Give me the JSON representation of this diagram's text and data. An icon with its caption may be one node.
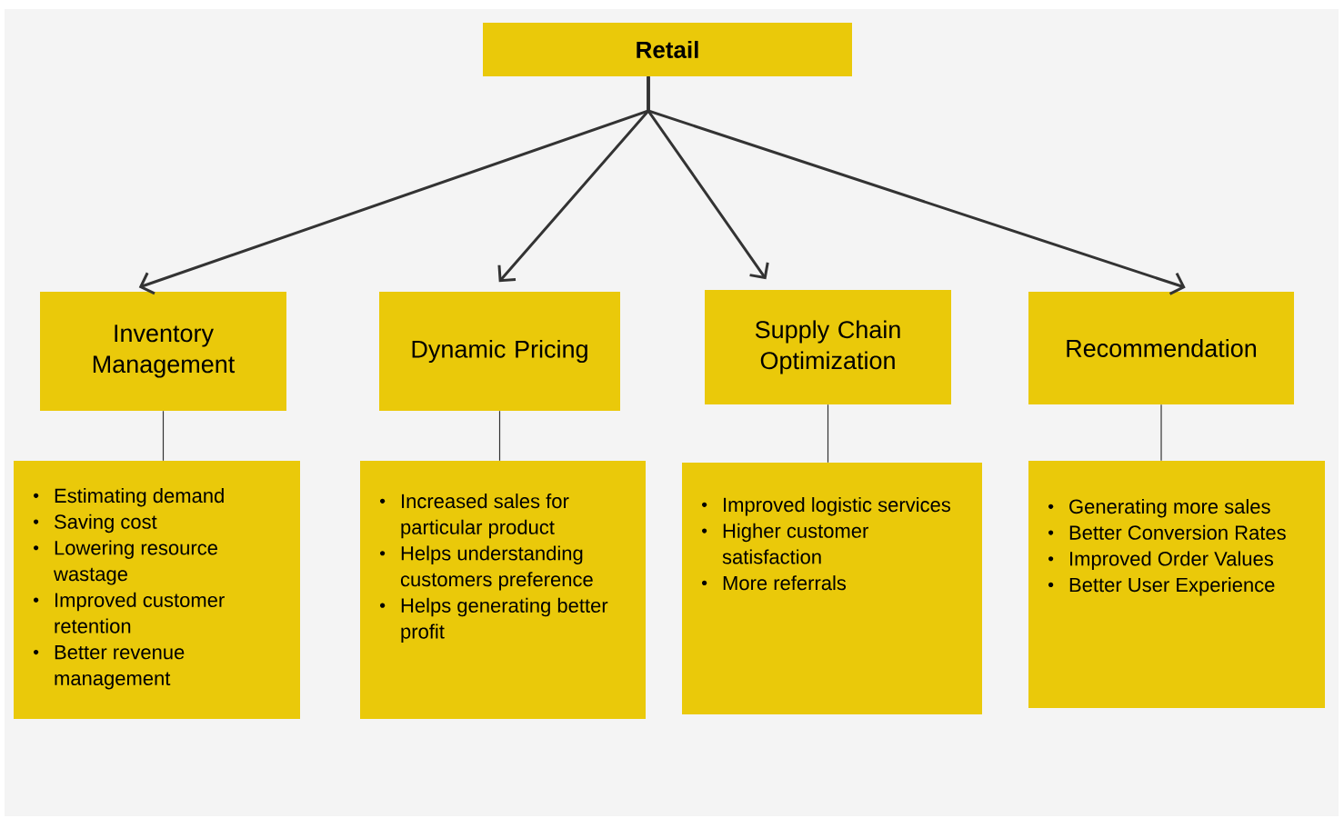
{
  "diagram": {
    "nodes": [
      {
        "text": [
          "Retail"
        ]
      },
      {
        "text": [
          "Inventory Management"
        ]
      },
      {
        "text": [
          "Dynamic Pricing"
        ]
      },
      {
        "text": [
          "Supply Chain Optimization"
        ]
      },
      {
        "text": [
          "Recommendation"
        ]
      },
      {
        "text": [
          "Estimating demand",
          "Saving cost",
          "Lowering resource wastage",
          "Improved customer retention",
          "Better revenue management"
        ]
      },
      {
        "text": [
          "Increased sales for particular product",
          "Helps understanding customers preference",
          "Helps generating better profit"
        ]
      },
      {
        "text": [
          "Improved logistic services",
          "Higher customer satisfaction",
          "More referrals"
        ]
      },
      {
        "text": [
          "Generating more sales",
          "Better Conversion Rates",
          "Improved Order Values",
          "Better User Experience"
        ]
      }
    ],
    "edges": [
      {
        "from": 0,
        "to": 1,
        "arrow": "to"
      },
      {
        "from": 0,
        "to": 2,
        "arrow": "to"
      },
      {
        "from": 0,
        "to": 3,
        "arrow": "to"
      },
      {
        "from": 0,
        "to": 4,
        "arrow": "to"
      },
      {
        "from": 1,
        "to": 5,
        "arrow": "none"
      },
      {
        "from": 2,
        "to": 6,
        "arrow": "none"
      },
      {
        "from": 3,
        "to": 7,
        "arrow": "none"
      },
      {
        "from": 4,
        "to": 8,
        "arrow": "none"
      }
    ]
  }
}
